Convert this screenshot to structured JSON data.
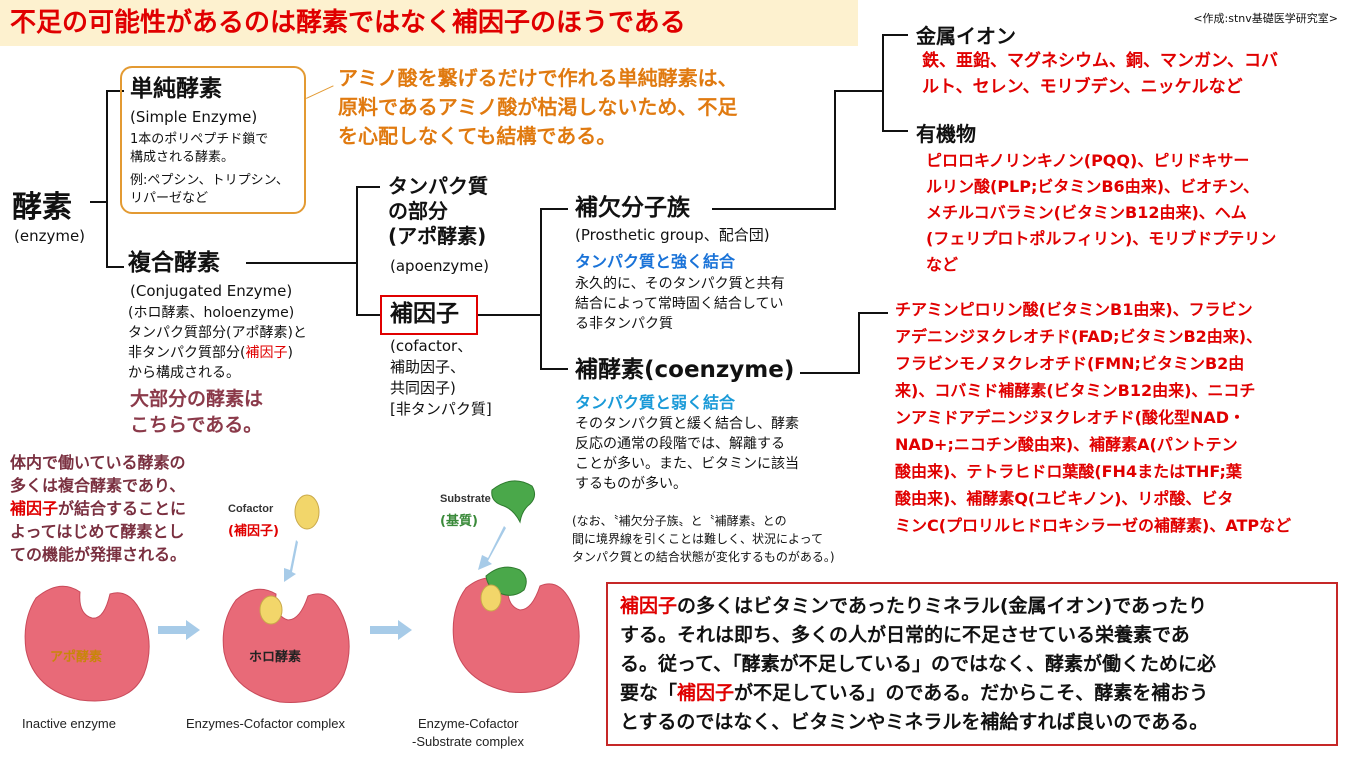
{
  "title": "不足の可能性があるのは酵素ではなく補因子のほうである",
  "credit": "<作成:stnv基礎医学研究室>",
  "enzyme": {
    "label": "酵素",
    "en": "(enzyme)"
  },
  "simple": {
    "label": "単純酵素",
    "en": "(Simple Enzyme)",
    "desc1": "1本のポリペプチド鎖で",
    "desc2": "構成される酵素。",
    "ex1": "例:ペプシン、トリプシン、",
    "ex2": "リパーゼなど"
  },
  "note_simple": [
    "アミノ酸を繋げるだけで作れる単純酵素は、",
    "原料であるアミノ酸が枯渇しないため、不足",
    "を心配しなくても結構である。"
  ],
  "conjugated": {
    "label": "複合酵素",
    "en": "(Conjugated Enzyme)",
    "l1": "(ホロ酵素、holoenzyme)",
    "l2": "タンパク質部分(アポ酵素)と",
    "l3a": "非タンパク質部分(",
    "l3b": "補因子",
    "l3c": ")",
    "l4": "から構成される。",
    "note1": "大部分の酵素は",
    "note2": "こちらである。"
  },
  "apo": {
    "l1": "タンパク質",
    "l2": "の部分",
    "l3": "(アポ酵素)",
    "en": "(apoenzyme)"
  },
  "cofactor": {
    "label": "補因子",
    "l1": "(cofactor、",
    "l2": "補助因子、",
    "l3": "共同因子)",
    "l4": "[非タンパク質]"
  },
  "prosthetic": {
    "label": "補欠分子族",
    "en": "(Prosthetic group、配合団)",
    "bind": "タンパク質と強く結合",
    "d1": "永久的に、そのタンパク質と共有",
    "d2": "結合によって常時固く結合してい",
    "d3": "る非タンパク質"
  },
  "coenzyme": {
    "label": "補酵素(coenzyme)",
    "bind": "タンパク質と弱く結合",
    "d1": "そのタンパク質と緩く結合し、酵素",
    "d2": "反応の通常の段階では、解離する",
    "d3": "ことが多い。また、ビタミンに該当",
    "d4": "するものが多い。"
  },
  "aside": [
    "(なお、〝補欠分子族〟と〝補酵素〟との",
    "間に境界線を引くことは難しく、状況によって",
    "タンパク質との結合状態が変化するものがある。)"
  ],
  "metal": {
    "label": "金属イオン",
    "l1": "鉄、亜鉛、マグネシウム、銅、マンガン、コバ",
    "l2": "ルト、セレン、モリブデン、ニッケルなど"
  },
  "organic": {
    "label": "有機物",
    "lines": [
      "ピロロキノリンキノン(PQQ)、ピリドキサー",
      "ルリン酸(PLP;ビタミンB6由来)、ビオチン、",
      "メチルコバラミン(ビタミンB12由来)、ヘム",
      "(フェリプロトポルフィリン)、モリブドプテリン",
      "など"
    ]
  },
  "coenzyme_examples": [
    "チアミンピロリン酸(ビタミンB1由来)、フラビン",
    "アデニンジヌクレオチド(FAD;ビタミンB2由来)、",
    "フラビンモノヌクレオチド(FMN;ビタミンB2由",
    "来)、コバミド補酵素(ビタミンB12由来)、ニコチ",
    "ンアミドアデニンジヌクレオチド(酸化型NAD・",
    "NAD+;ニコチン酸由来)、補酵素A(パントテン",
    "酸由来)、テトラヒドロ葉酸(FH4またはTHF;葉",
    "酸由来)、補酵素Q(ユビキノン)、リポ酸、ビタ",
    "ミンC(プロリルヒドロキシラーゼの補酵素)、ATPなど"
  ],
  "body_note": {
    "l1": "体内で働いている酵素の",
    "l2": "多くは複合酵素であり、",
    "l3a": "補因子",
    "l3b": "が結合することに",
    "l4": "よってはじめて酵素とし",
    "l5": "ての機能が発揮される。"
  },
  "illustration": {
    "cofactor_en": "Cofactor",
    "cofactor_jp": "(補因子)",
    "substrate_en": "Substrate",
    "substrate_jp": "(基質)",
    "apo_label": "アポ酵素",
    "holo_label": "ホロ酵素",
    "cap1": "Inactive enzyme",
    "cap2": "Enzymes-Cofactor complex",
    "cap3a": "Enzyme-Cofactor",
    "cap3b": "-Substrate complex",
    "colors": {
      "enzyme": "#e86a78",
      "cofactor": "#f2d66a",
      "substrate": "#4aa84a",
      "arrow": "#a7cbe8"
    }
  },
  "conclusion": {
    "r1a": "補因子",
    "r1b": "の多くはビタミンであったりミネラル(金属イオン)であったり",
    "r2": "する。それは即ち、多くの人が日常的に不足させている栄養素であ",
    "r3": "る。従って、「酵素が不足している」のではなく、酵素が働くために必",
    "r4a": "要な「",
    "r4b": "補因子",
    "r4c": "が不足している」のである。だからこそ、酵素を補おう",
    "r5": "とするのではなく、ビタミンやミネラルを補給すれば良いのである。"
  }
}
